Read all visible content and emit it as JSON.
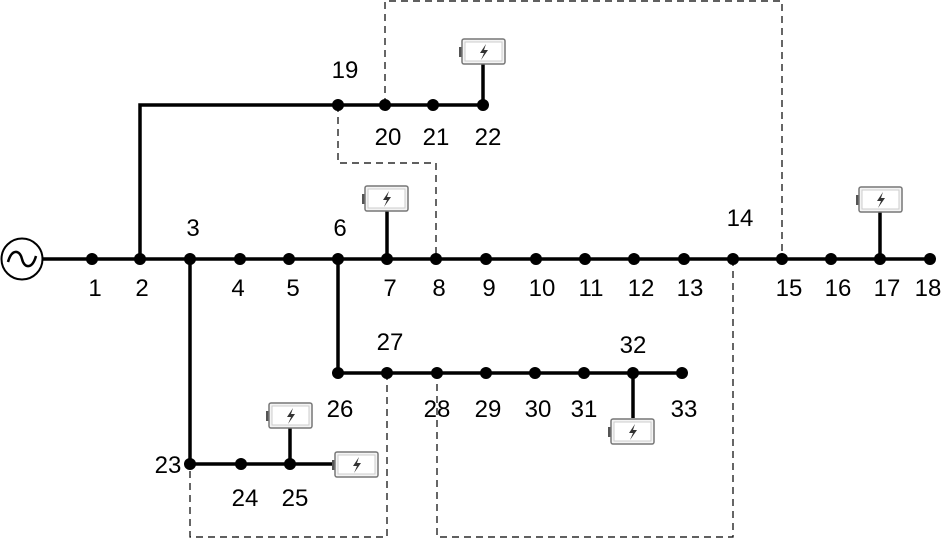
{
  "title": "33-bus distribution network",
  "buses": [
    "1",
    "2",
    "3",
    "4",
    "5",
    "6",
    "7",
    "8",
    "9",
    "10",
    "11",
    "12",
    "13",
    "14",
    "15",
    "16",
    "17",
    "18",
    "19",
    "20",
    "21",
    "22",
    "23",
    "24",
    "25",
    "26",
    "27",
    "28",
    "29",
    "30",
    "31",
    "32",
    "33"
  ],
  "icons": {
    "source": "ac-source-icon",
    "storage": "battery-icon"
  },
  "storage_buses": [
    "7",
    "17",
    "22",
    "25",
    "25",
    "32"
  ],
  "tie_lines": [
    [
      "20",
      "15"
    ],
    [
      "19",
      "8"
    ],
    [
      "14",
      "28"
    ],
    [
      "27",
      "23"
    ]
  ]
}
